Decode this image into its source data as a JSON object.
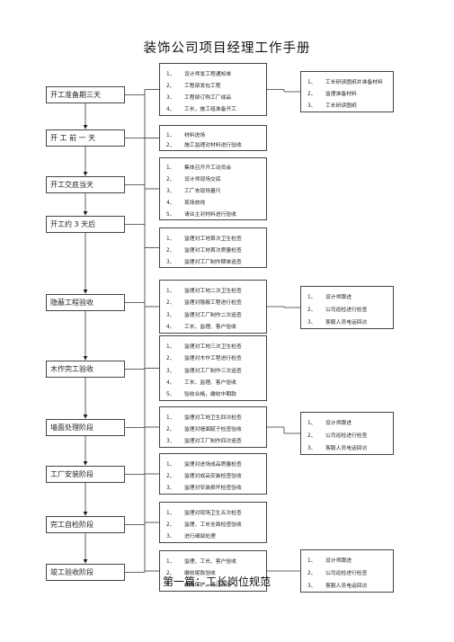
{
  "title": "装饰公司项目经理工作手册",
  "stages": [
    {
      "label": "开工准备期三天"
    },
    {
      "label": "开  工  前  一  天"
    },
    {
      "label": "开工交底当天"
    },
    {
      "label": "开工约  3 天后"
    },
    {
      "label": "隐蔽工程验收"
    },
    {
      "label": "木作完工验收"
    },
    {
      "label": "墙面处理阶段"
    },
    {
      "label": "工厂安装阶段"
    },
    {
      "label": "完工自检阶段"
    },
    {
      "label": "竣工验收阶段"
    }
  ],
  "tasks": [
    {
      "items": [
        {
          "num": "1、",
          "text": "设计师发工程通知单"
        },
        {
          "num": "2、",
          "text": "工程部发包工程"
        },
        {
          "num": "3、",
          "text": "工程部订购工厂成品"
        },
        {
          "num": "4、",
          "text": "工长，施工组准备开工"
        }
      ]
    },
    {
      "items": [
        {
          "num": "1、",
          "text": "材料进场"
        },
        {
          "num": "2、",
          "text": "施工监理对材料进行验收"
        }
      ]
    },
    {
      "items": [
        {
          "num": "1、",
          "text": "集体召开开工动员会"
        },
        {
          "num": "2、",
          "text": "设计师现场交底"
        },
        {
          "num": "3、",
          "text": "工厂去现场量尺"
        },
        {
          "num": "4、",
          "text": "现场放线"
        },
        {
          "num": "5、",
          "text": "请业主对材料进行验收"
        }
      ]
    },
    {
      "items": [
        {
          "num": "1、",
          "text": "监理对工地首次卫生检查"
        },
        {
          "num": "2、",
          "text": "监理对工地首次质量检查"
        },
        {
          "num": "3、",
          "text": "监理对工厂制作期单追查"
        }
      ]
    },
    {
      "items": [
        {
          "num": "1、",
          "text": "监理对工地二次卫生检查"
        },
        {
          "num": "2、",
          "text": "监理对隐蔽工程进行检查"
        },
        {
          "num": "3、",
          "text": "监理对工厂制作二次追查"
        },
        {
          "num": "4、",
          "text": "工长、监理、客户验收"
        }
      ]
    },
    {
      "items": [
        {
          "num": "1、",
          "text": "监理对工地三次卫生检查"
        },
        {
          "num": "2、",
          "text": "监理对木作工程进行检查"
        },
        {
          "num": "3、",
          "text": "监理对工厂制作三次追查"
        },
        {
          "num": "4、",
          "text": "工长、监理、客户验收"
        },
        {
          "num": "5、",
          "text": "验收合格，缴收中期款"
        }
      ]
    },
    {
      "items": [
        {
          "num": "1、",
          "text": "监理对工地卫生四次检查"
        },
        {
          "num": "2、",
          "text": "监理对墙面腻子检查验收"
        },
        {
          "num": "3、",
          "text": "监理对工厂制作四次追查"
        }
      ]
    },
    {
      "items": [
        {
          "num": "1、",
          "text": "监理对进场成品质量检查"
        },
        {
          "num": "2、",
          "text": "监理对成品安装检查验收"
        },
        {
          "num": "3、",
          "text": "监理对安装损坏检查验收"
        }
      ]
    },
    {
      "items": [
        {
          "num": "1、",
          "text": "监理对现场卫生五次检查"
        },
        {
          "num": "2、",
          "text": "监理、工长全面检查验收"
        },
        {
          "num": "3、",
          "text": "进行细部处理"
        }
      ]
    },
    {
      "items": [
        {
          "num": "1、",
          "text": "监理、工长、客户验收"
        },
        {
          "num": "2、",
          "text": "缴收尾款验收"
        },
        {
          "num": "3、",
          "text": "成品保护、清洁现场"
        }
      ]
    }
  ],
  "notes": [
    {
      "items": [
        {
          "num": "1、",
          "text": "工长研读图纸并准备材料"
        },
        {
          "num": "2、",
          "text": "监理准备材料"
        },
        {
          "num": "3、",
          "text": "工长研读图纸"
        }
      ]
    },
    {
      "items": [
        {
          "num": "1、",
          "text": "设计师跟进"
        },
        {
          "num": "2、",
          "text": "公司巡检进行检查"
        },
        {
          "num": "3、",
          "text": "客服人员电话回访"
        }
      ]
    },
    {
      "items": [
        {
          "num": "1、",
          "text": "设计师跟进"
        },
        {
          "num": "2、",
          "text": "公司巡检进行检查"
        },
        {
          "num": "3、",
          "text": "客服人员电话回访"
        }
      ]
    },
    {
      "items": [
        {
          "num": "1、",
          "text": "设计师跟进"
        },
        {
          "num": "2、",
          "text": "公司巡检进行检查"
        },
        {
          "num": "3、",
          "text": "客服人员电话回访"
        }
      ]
    }
  ],
  "footer": "第一篇：工长岗位规范"
}
